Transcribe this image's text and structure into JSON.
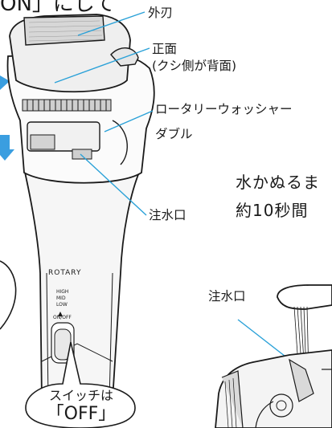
{
  "header_fragment": "ON」にして",
  "labels": {
    "outer_blade": "外刃",
    "front": "正面",
    "front_note": "(クシ側が背面)",
    "rotary_washer": "ロータリーウォッシャー",
    "double": "ダブル",
    "water_inlet": "注水口",
    "water_inlet_2": "注水口"
  },
  "instruction": {
    "line1": "水かぬるま",
    "line2": "約10秒間"
  },
  "shaver": {
    "brand": "ROTARY",
    "mode_high": "HIGH",
    "mode_mid": "MID",
    "mode_low": "LOW",
    "switch_label": "ON/OFF"
  },
  "callout": {
    "line1": "スイッチは",
    "line2": "「OFF」"
  },
  "colors": {
    "accent_line": "#2aa1d8",
    "arrow": "#3a9ee0",
    "outline": "#1a1a1a"
  }
}
